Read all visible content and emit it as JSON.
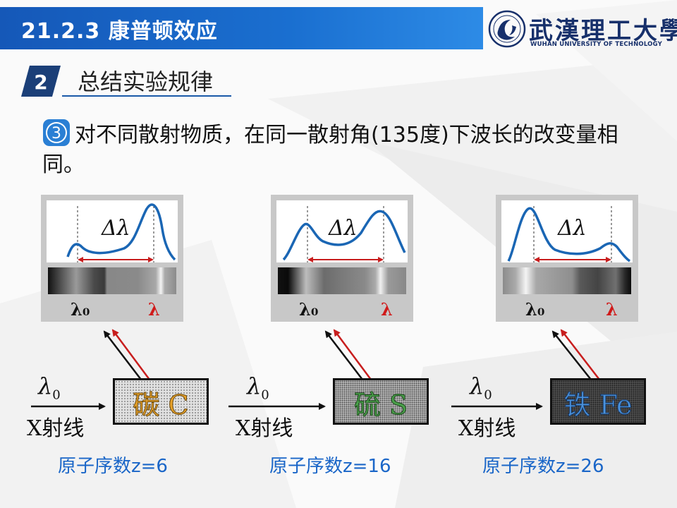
{
  "header": {
    "title": "21.2.3 康普顿效应"
  },
  "logo": {
    "name": "武漢理工大學",
    "subtitle": "WUHAN UNIVERSITY OF TECHNOLOGY"
  },
  "section": {
    "number": "2",
    "title": "总结实验规律"
  },
  "statement": {
    "marker": "3",
    "text": "对不同散射物质，在同一散射角(135度)下波长的改变量相同。"
  },
  "delta_lambda": "Δλ",
  "lambda0_label": "λ₀",
  "lambda_label": "λ",
  "incident": {
    "lambda_symbol": "λ",
    "lambda_subscript": "0",
    "label": "X射线"
  },
  "samples": [
    {
      "element": "碳",
      "symbol": "C",
      "color": "#e8a22a",
      "atomic": "原子序数z=6"
    },
    {
      "element": "硫",
      "symbol": "S",
      "color": "#3a9c3a",
      "atomic": "原子序数z=16"
    },
    {
      "element": "铁",
      "symbol": "Fe",
      "color": "#3a88d8",
      "atomic": "原子序数z=26"
    }
  ],
  "colors": {
    "header": "#1a66c8",
    "curve": "#1a66b4",
    "arrow_red": "#c81e1e",
    "atomic_text": "#1a66c8"
  }
}
